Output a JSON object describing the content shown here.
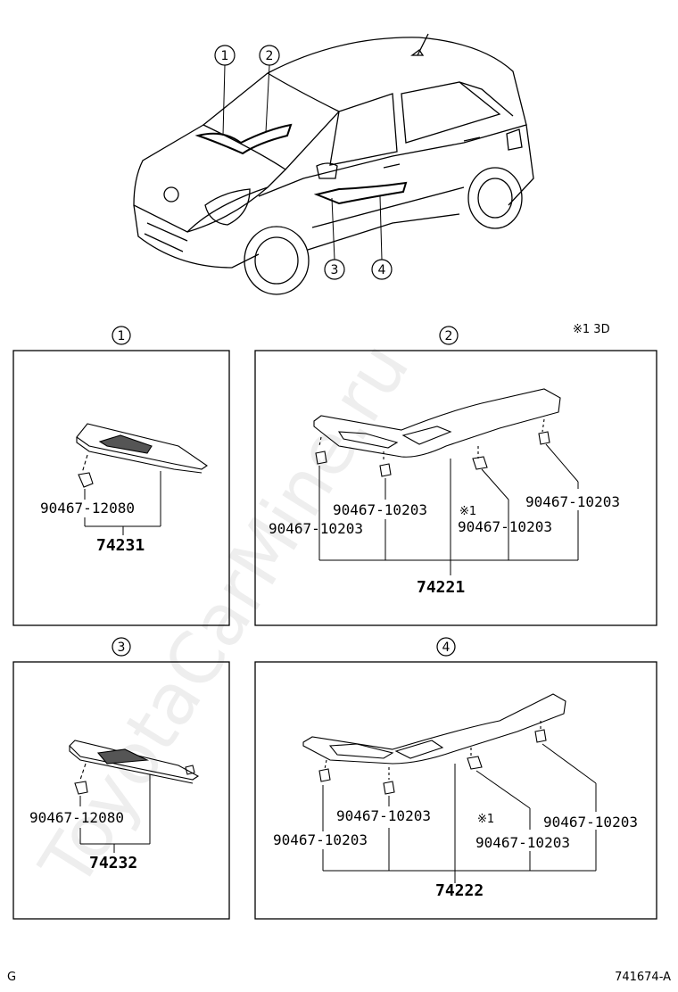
{
  "watermark": "ToyotaCarMine.ru",
  "footnote": "※1  3D",
  "corner_left": "G",
  "corner_right": "741674-A",
  "overview_callouts": [
    "1",
    "2",
    "3",
    "4"
  ],
  "panels": [
    {
      "number": "1",
      "parts": [
        "90467-12080"
      ],
      "assembly": "74231"
    },
    {
      "number": "2",
      "parts": [
        "90467-10203",
        "90467-10203",
        "※1",
        "90467-10203",
        "90467-10203"
      ],
      "assembly": "74221"
    },
    {
      "number": "3",
      "parts": [
        "90467-12080"
      ],
      "assembly": "74232"
    },
    {
      "number": "4",
      "parts": [
        "90467-10203",
        "90467-10203",
        "※1",
        "90467-10203",
        "90467-10203"
      ],
      "assembly": "74222"
    }
  ]
}
